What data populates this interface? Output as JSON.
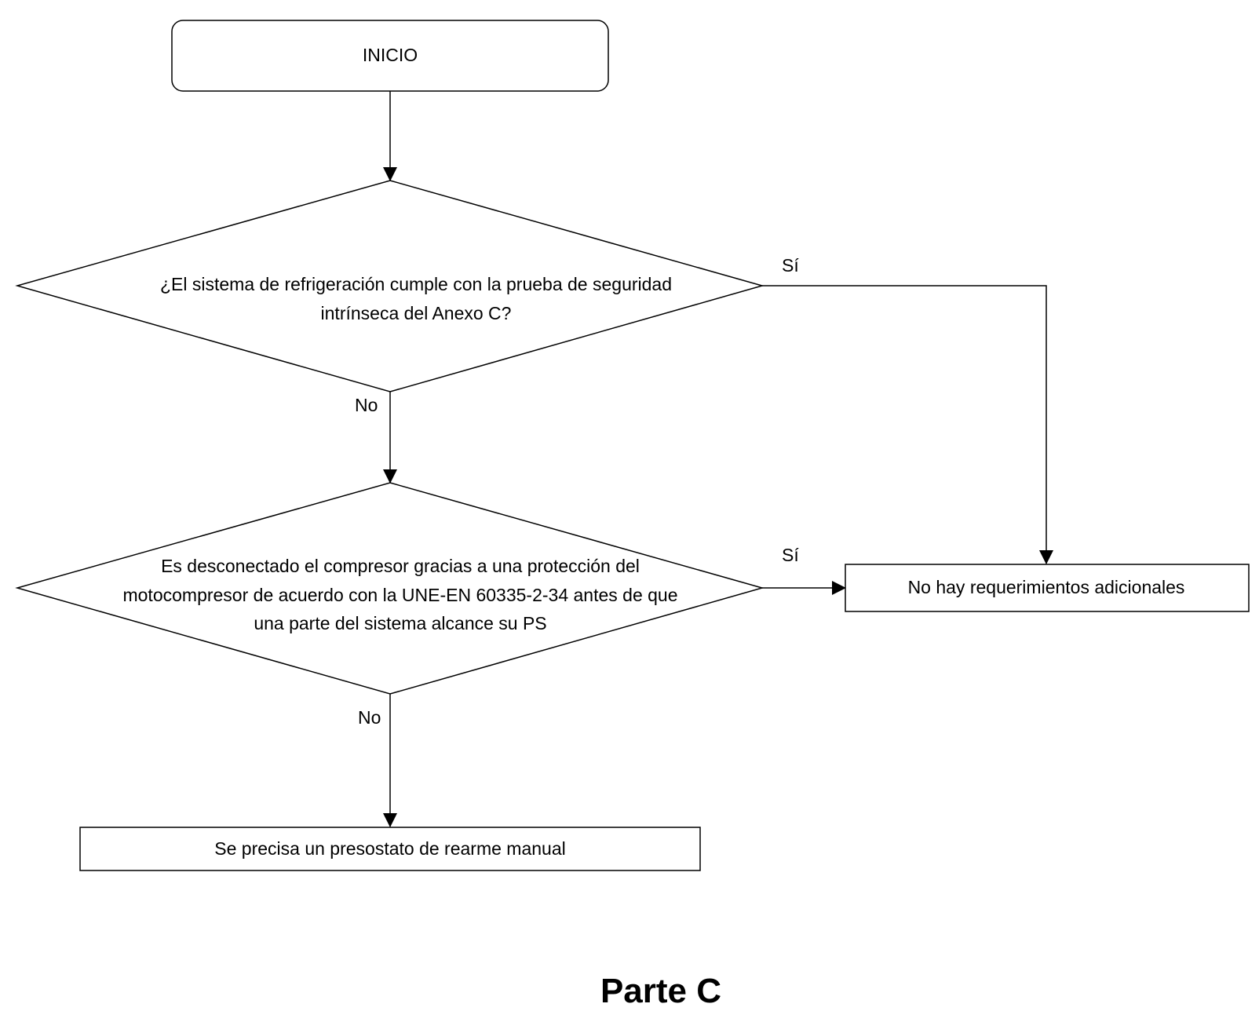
{
  "flowchart": {
    "start": {
      "label": "INICIO"
    },
    "decision1": {
      "lines": [
        "¿El sistema de refrigeración cumple con la prueba de seguridad",
        "intrínseca del Anexo C?"
      ]
    },
    "decision2": {
      "lines": [
        "Es desconectado el compresor gracias a una protección del",
        "motocompresor de acuerdo con la UNE-EN  60335-2-34 antes de que",
        "una parte del sistema alcance su PS"
      ]
    },
    "result_no_requirements": {
      "label": "No hay requerimientos adicionales"
    },
    "result_pressure_switch": {
      "label": "Se precisa un presostato de rearme manual"
    },
    "edges": {
      "d1_yes": "Sí",
      "d1_no": "No",
      "d2_yes": "Sí",
      "d2_no": "No"
    }
  },
  "caption": "Parte C"
}
